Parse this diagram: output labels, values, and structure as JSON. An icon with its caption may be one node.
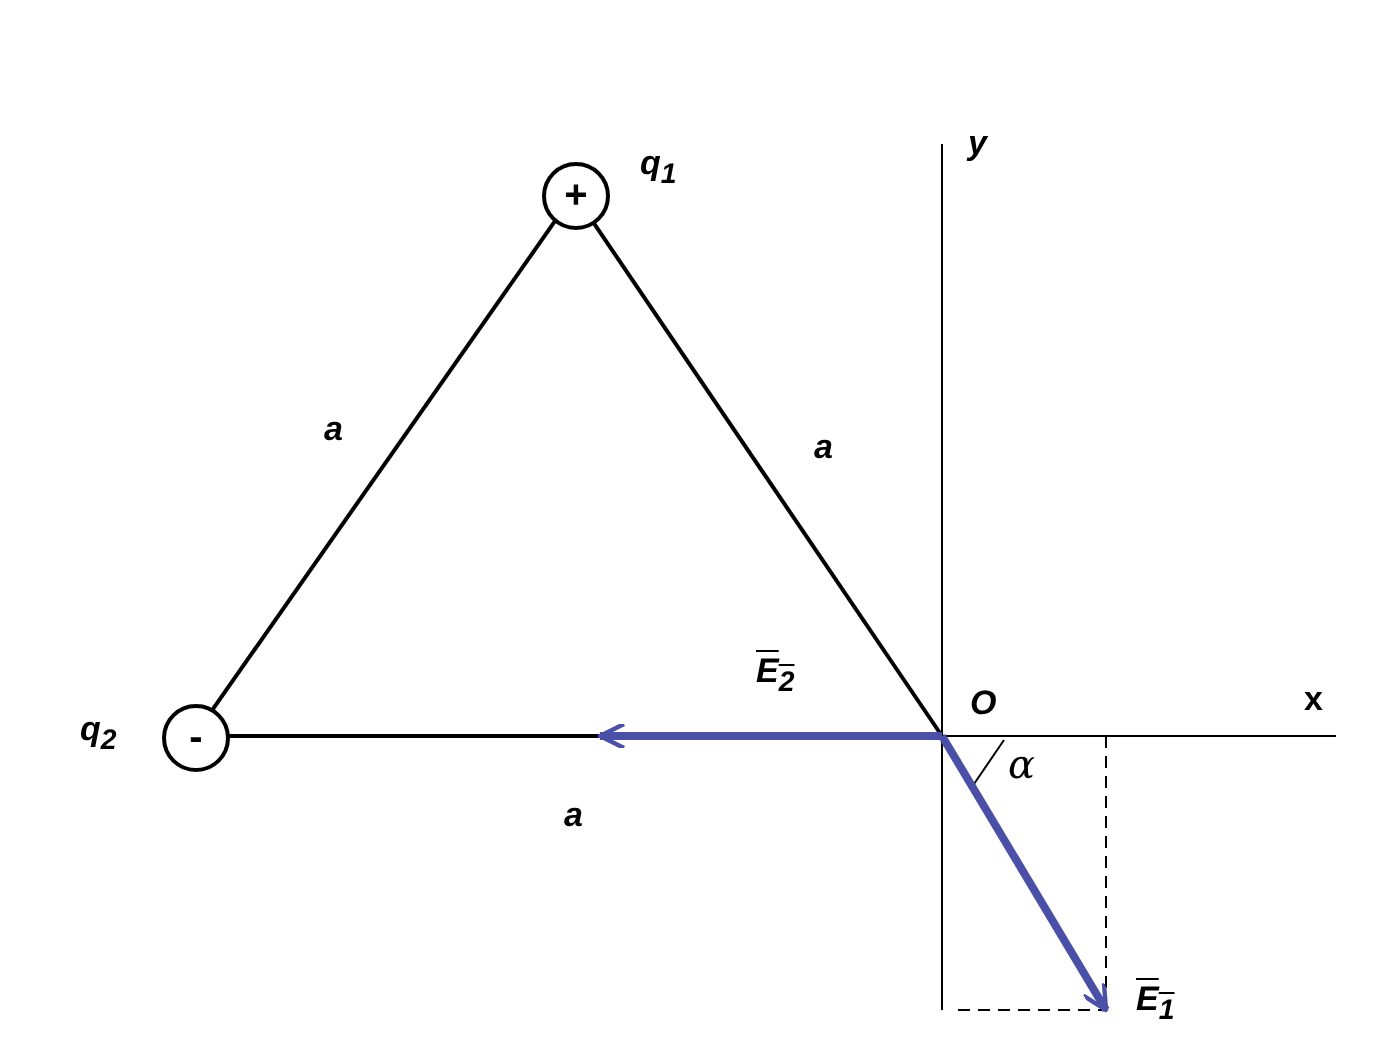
{
  "diagram": {
    "nodes": [
      {
        "text": [
          "+"
        ],
        "beside": [
          "q$_{1}$"
        ]
      },
      {
        "text": [
          "-"
        ],
        "beside": [
          "q$_{2}$"
        ]
      },
      {
        "text": [
          "O"
        ]
      }
    ],
    "edges": [
      {
        "from": 0,
        "to": 1,
        "arrow": "none",
        "label": "a"
      },
      {
        "from": 0,
        "to": 2,
        "arrow": "none",
        "label": "a"
      },
      {
        "from": 1,
        "to": 2,
        "arrow": "none",
        "label": "a"
      },
      {
        "from": 2,
        "to": null,
        "arrow": "to",
        "label": "E$_{2}$",
        "style": "thick",
        "color": "#4a4fa8"
      },
      {
        "from": 2,
        "to": null,
        "arrow": "to",
        "label": "E$_{1}$",
        "style": "thick",
        "color": "#4a4fa8"
      }
    ],
    "labels": [
      "y",
      "x",
      "α"
    ]
  }
}
